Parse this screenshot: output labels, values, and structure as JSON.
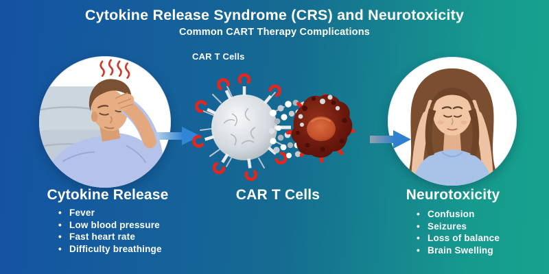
{
  "header": {
    "title": "Cytokine Release Syndrome (CRS) and Neurotoxicity",
    "subtitle": "Common CART Therapy Complications"
  },
  "center": {
    "top_label": "CAR T Cells",
    "heading": "CAR T Cells",
    "illustration": "car-t-cell-attacking-tumor-cell"
  },
  "left_panel": {
    "heading": "Cytokine Release",
    "items": [
      "Fever",
      "Low blood pressure",
      "Fast heart rate",
      "Difficulty breathinge"
    ],
    "image": "man-with-fever-hand-on-forehead"
  },
  "right_panel": {
    "heading": "Neurotoxicity",
    "items": [
      "Confusion",
      "Seizures",
      "Loss of balance",
      "Brain Swelling"
    ],
    "image": "woman-with-headache-holding-temples"
  },
  "icons": {
    "arrow_left_to_center": "arrow-right",
    "arrow_center_to_right": "arrow-right",
    "fever_heat_waves": "heat-squiggles"
  },
  "colors": {
    "bg_left": "#1452a2",
    "bg_mid": "#156b91",
    "bg_right": "#17a28d",
    "text": "#ffffff",
    "receptor_red": "#e8251c",
    "tumor_cell_dark_red": "#6b180d",
    "car_t_cell_gray": "#c6cdd3",
    "arrow_blue": "#2f86d4",
    "arrow_gray": "#98a2ab"
  }
}
